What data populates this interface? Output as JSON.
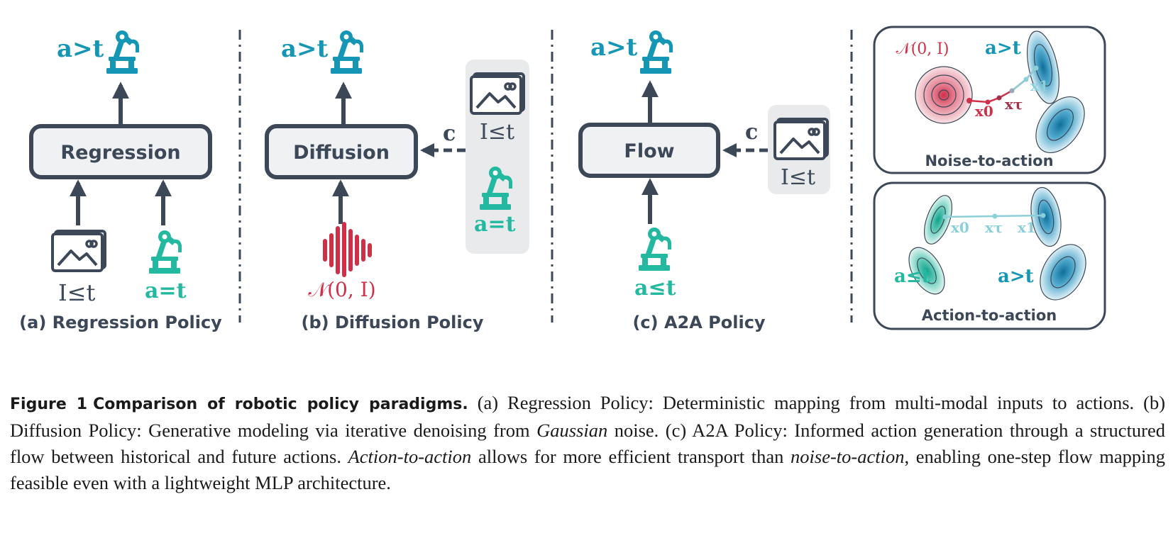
{
  "colors": {
    "dark": "#3c4858",
    "teal": "#1496b4",
    "green": "#22b9a0",
    "red": "#cf3048",
    "box_fill": "#eff1f3",
    "cond_fill": "#e8eaec"
  },
  "panel_a": {
    "output_label": "a>t",
    "box_label": "Regression",
    "input_image_label": "I≤t",
    "input_action_label": "a=t",
    "caption": "(a) Regression Policy"
  },
  "panel_b": {
    "output_label": "a>t",
    "box_label": "Diffusion",
    "cond_label": "c",
    "cond_image_label": "I≤t",
    "cond_action_label": "a=t",
    "noise_label": "𝒩(0, I)",
    "caption": "(b) Diffusion Policy"
  },
  "panel_c": {
    "output_label": "a>t",
    "box_label": "Flow",
    "cond_label": "c",
    "cond_image_label": "I≤t",
    "input_action_label": "a≤t",
    "caption": "(c) A2A Policy"
  },
  "inset_top": {
    "noise_label": "𝒩(0, I)",
    "target_label": "a>t",
    "x0": "x0",
    "xtau": "xτ",
    "x1": "x1",
    "title": "Noise-to-action"
  },
  "inset_bottom": {
    "x0": "x0",
    "xtau": "xτ",
    "x1": "x1",
    "source_label": "a≤t",
    "target_label": "a>t",
    "title": "Action-to-action"
  },
  "caption": {
    "figure": "Figure 1",
    "title": "Comparison of robotic policy paradigms.",
    "s1": "(a) Regression Policy: Deterministic mapping from multi-modal inputs to actions. (b) Diffusion Policy: Generative modeling via iterative denoising from",
    "s1_em": "Gaussian",
    "s2": "noise. (c) A2A Policy: Informed action generation through a structured flow between historical and future actions.",
    "s2_em": "Action-to-action",
    "s3": "allows for more efficient transport than",
    "s3_em": "noise-to-action",
    "s4": ", enabling one-step flow mapping feasible even with a lightweight MLP architecture."
  }
}
